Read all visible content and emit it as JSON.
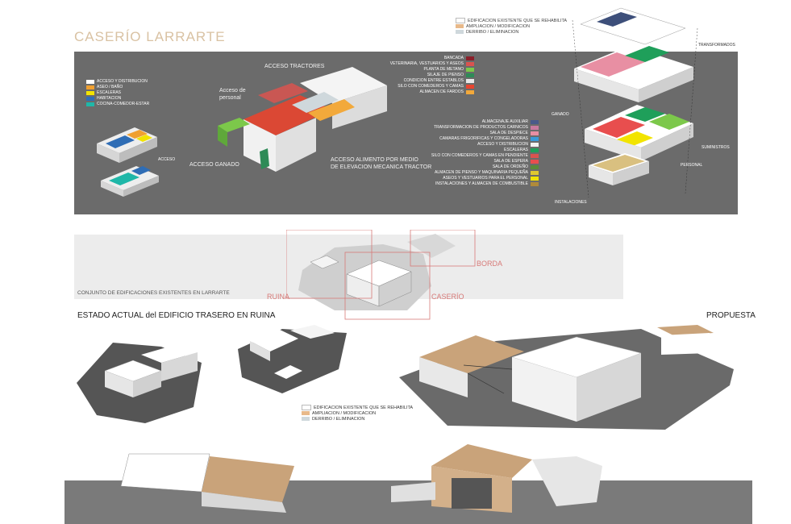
{
  "title": "CASERÍO LARRARTE",
  "top_legend": [
    {
      "label": "EDIFICACION EXISTENTE QUE SE REHABILITA",
      "color": "#ffffff"
    },
    {
      "label": "AMPLIACION / MODIFICACION",
      "color": "#e8b98a"
    },
    {
      "label": "DERRIBO / ELIMINACION",
      "color": "#cfd8dc"
    }
  ],
  "house_legend": [
    {
      "label": "ACCESO Y DISTRIBUCION",
      "color": "#ffffff"
    },
    {
      "label": "ASEO / BAÑO",
      "color": "#f0a030"
    },
    {
      "label": "ESCALERAS",
      "color": "#f2e400"
    },
    {
      "label": "HABITACION",
      "color": "#2f6db5"
    },
    {
      "label": "COCINA-COMEDOR-ESTAR",
      "color": "#1fb7a8"
    }
  ],
  "farm_legend": [
    {
      "label": "BANCADA",
      "color": "#8a1f2a"
    },
    {
      "label": "VETERINARIA, VESTUARIOS Y ASEOS",
      "color": "#d9534f"
    },
    {
      "label": "PLANTA DE METANO",
      "color": "#7cc84a"
    },
    {
      "label": "SILAJE DE PIENSO",
      "color": "#2e8b57"
    },
    {
      "label": "CONDICION ENTRE ESTABLOS",
      "color": "#e8e8e8"
    },
    {
      "label": "SILO CON COMEDEROS Y CAMAS",
      "color": "#e8452f"
    },
    {
      "label": "ALMACEN DE FARDOS",
      "color": "#f2a93b"
    }
  ],
  "exploded_legend": [
    {
      "label": "ALMACENAJE AUXILIAR",
      "color": "#4a5a8a"
    },
    {
      "label": "TRANSFORMACION DE PRODUCTOS CARNICOS",
      "color": "#c97aa0"
    },
    {
      "label": "SALA DE DESPIECE",
      "color": "#e88fa3"
    },
    {
      "label": "CAMARAS FRIGORIFICAS Y CONGELADORAS",
      "color": "#3a9bd9"
    },
    {
      "label": "ACCESO Y DISTRIBUCION",
      "color": "#f2f2f2"
    },
    {
      "label": "ESCALERAS",
      "color": "#1f9f5a"
    },
    {
      "label": "SILO CON COMEDEROS Y CAMAS EN PENDIENTE",
      "color": "#d9534f"
    },
    {
      "label": "SALA DE ESPERA",
      "color": "#e84e4e"
    },
    {
      "label": "SALA DE ORDEÑO",
      "color": "#5a8a3a"
    },
    {
      "label": "ALMACEN DE PIENSO Y MAQUINARIA PEQUEÑA",
      "color": "#e0c830"
    },
    {
      "label": "ASEOS Y VESTUARIOS PARA EL PERSONAL",
      "color": "#f2e400"
    },
    {
      "label": "INSTALACIONES Y ALMACEN DE COMBUSTIBLE",
      "color": "#b08a3a"
    }
  ],
  "plan_labels": {
    "acceso_tractores": "ACCESO TRACTORES",
    "acceso_personal": "Acceso de\npersonal",
    "acceso_ganado": "ACCESO GANADO",
    "acceso_alimento": "ACCESO ALIMENTO POR MEDIO\nDE ELEVACION MECANICA TRACTOR",
    "acceso_small": "ACCESO"
  },
  "exploded_labels": {
    "transformados": "TRANSFORMADOS",
    "ganado": "GANADO",
    "suministros": "SUMINISTROS",
    "personal": "PERSONAL",
    "instalaciones": "INSTALACIONES"
  },
  "site": {
    "caption": "CONJUNTO DE EDIFICACIONES EXISTENTES EN LARRARTE",
    "ruina": "RUINA",
    "borda": "BORDA",
    "caserio": "CASERÍO"
  },
  "section_left": "ESTADO ACTUAL del EDIFICIO TRASERO EN RUINA",
  "section_right": "PROPUESTA",
  "mid_legend": [
    {
      "label": "EDIFICACION EXISTENTE QUE SE REHABILITA",
      "color": "#ffffff"
    },
    {
      "label": "AMPLIACION / MODIFICACION",
      "color": "#e8b98a"
    },
    {
      "label": "DERRIBO / ELIMINACION",
      "color": "#cfd8dc"
    }
  ]
}
